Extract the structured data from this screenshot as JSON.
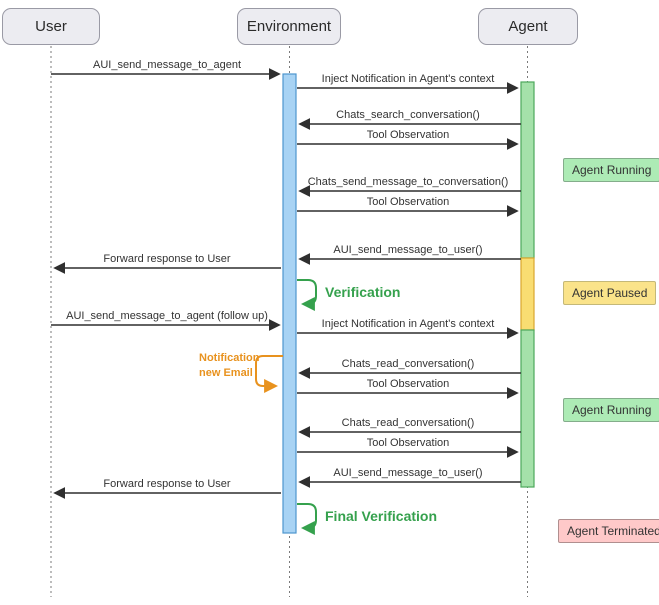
{
  "actors": [
    "User",
    "Environment",
    "Agent"
  ],
  "messages": [
    "AUI_send_message_to_agent",
    "Inject Notification in Agent's context",
    "Chats_search_conversation()",
    "Tool Observation",
    "Chats_send_message_to_conversation()",
    "Tool Observation",
    "AUI_send_message_to_user()",
    "Forward response to User",
    "AUI_send_message_to_agent (follow up)",
    "Inject Notification in Agent's context",
    "Chats_read_conversation()",
    "Tool Observation",
    "Chats_read_conversation()",
    "Tool Observation",
    "AUI_send_message_to_user()",
    "Forward response to User"
  ],
  "loops": {
    "verification": "Verification",
    "final_verification": "Final Verification",
    "notification_note": "Notification\nnew Email"
  },
  "statuses": [
    {
      "label": "Agent Running",
      "fill": "#adebb5"
    },
    {
      "label": "Agent Paused",
      "fill": "#fae38a"
    },
    {
      "label": "Agent Running",
      "fill": "#adebb5"
    },
    {
      "label": "Agent Terminated",
      "fill": "#ffc9c9"
    }
  ],
  "colors": {
    "environment_activation": "#a8d3f4",
    "environment_activation_border": "#4e97ce",
    "agent_running_activation": "#a5e1aa",
    "agent_running_border": "#4da85c",
    "agent_paused_activation": "#f9dd72",
    "agent_paused_border": "#d9a62e",
    "verification_green": "#35a14d",
    "notification_orange": "#e8921e",
    "arrow": "#2f2f2f",
    "actor_fill": "#ececf1"
  }
}
